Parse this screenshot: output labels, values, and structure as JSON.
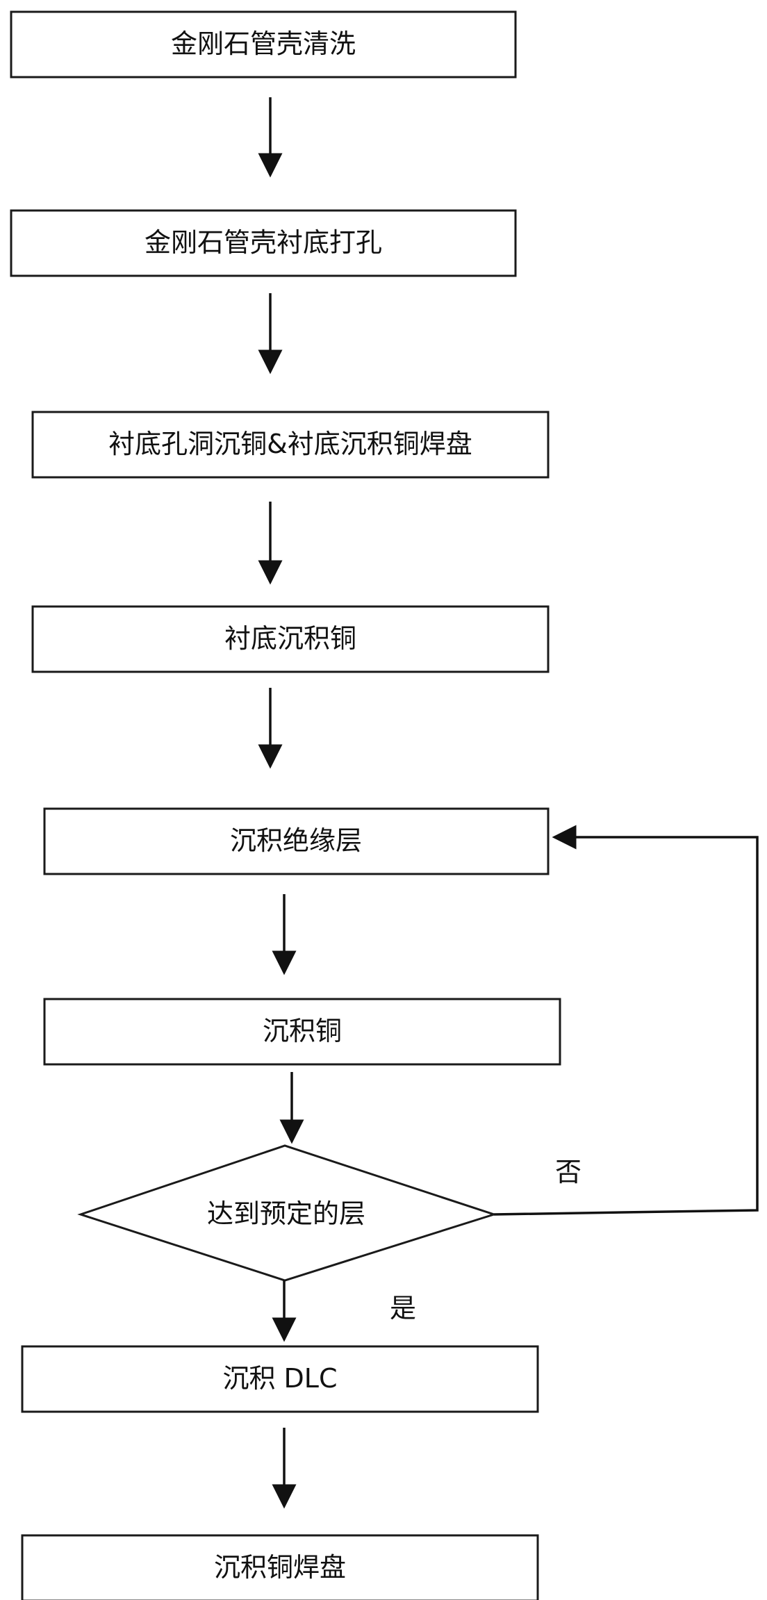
{
  "flowchart": {
    "steps": [
      {
        "id": "step1",
        "label": "金刚石管壳清洗"
      },
      {
        "id": "step2",
        "label": "金刚石管壳衬底打孔"
      },
      {
        "id": "step3",
        "label": "衬底孔洞沉铜&衬底沉积铜焊盘"
      },
      {
        "id": "step4",
        "label": "衬底沉积铜"
      },
      {
        "id": "step5",
        "label": "沉积绝缘层"
      },
      {
        "id": "step6",
        "label": "沉积铜"
      },
      {
        "id": "step8",
        "label": "沉积 DLC"
      },
      {
        "id": "step9",
        "label": "沉积铜焊盘"
      }
    ],
    "decision": {
      "id": "decision",
      "label": "达到预定的层"
    },
    "branches": {
      "no_label": "否",
      "yes_label": "是"
    }
  }
}
